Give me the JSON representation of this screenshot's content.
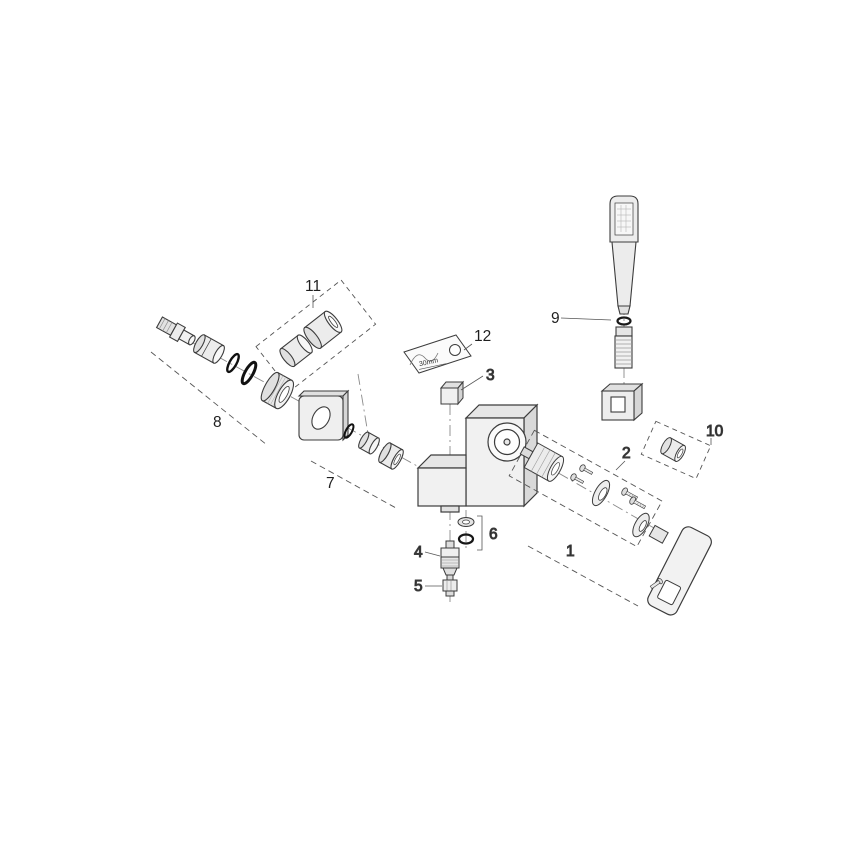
{
  "diagram": {
    "labels": {
      "p1": "1",
      "p2": "2",
      "p3": "3",
      "p4": "4",
      "p5": "5",
      "p6": "6",
      "p7": "7",
      "p8": "8",
      "p9": "9",
      "p10": "10",
      "p11": "11",
      "p12": "12"
    },
    "annotations": {
      "template_dimension": "30mm"
    },
    "colors": {
      "line": "#3c3c3c",
      "background": "#ffffff"
    }
  }
}
